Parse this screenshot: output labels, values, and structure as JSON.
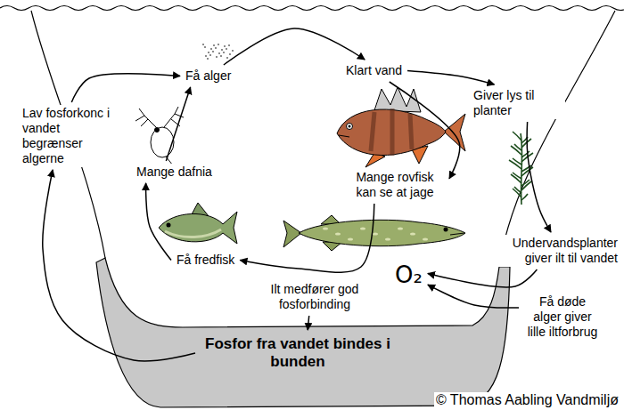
{
  "diagram": {
    "nodes": [
      {
        "text": [
          "Lav fosforkonc i vandet begrænser algerne"
        ]
      },
      {
        "text": [
          "Få alger"
        ]
      },
      {
        "text": [
          "Klart vand"
        ]
      },
      {
        "text": [
          "Giver lys til planter"
        ]
      },
      {
        "text": [
          "Mange rovfisk kan se at jage"
        ]
      },
      {
        "text": [
          "Undervandsplanter giver ilt til vandet"
        ]
      },
      {
        "text": [
          "Få døde alger giver lille iltforbrug"
        ]
      },
      {
        "text": [
          "O₂"
        ]
      },
      {
        "text": [
          "Ilt medfører god fosforbinding"
        ]
      },
      {
        "text": [
          "Fosfor fra vandet bindes i bunden"
        ]
      },
      {
        "text": [
          "Få fredfisk"
        ]
      },
      {
        "text": [
          "Mange dafnia"
        ]
      }
    ],
    "edges": [
      {
        "from": 0,
        "to": 1,
        "arrow": "to"
      },
      {
        "from": 1,
        "to": 2,
        "arrow": "to"
      },
      {
        "from": 2,
        "to": 3,
        "arrow": "to"
      },
      {
        "from": 2,
        "to": 4,
        "arrow": "to"
      },
      {
        "from": 4,
        "to": 10,
        "arrow": "to"
      },
      {
        "from": 10,
        "to": 11,
        "arrow": "to"
      },
      {
        "from": 11,
        "to": 1,
        "arrow": "to"
      },
      {
        "from": 3,
        "to": 5,
        "arrow": "to"
      },
      {
        "from": 5,
        "to": 7,
        "arrow": "to"
      },
      {
        "from": 6,
        "to": 7,
        "arrow": "to"
      },
      {
        "from": 8,
        "to": 9,
        "arrow": "to"
      },
      {
        "from": 9,
        "to": 0,
        "arrow": "to"
      }
    ],
    "labels": [
      "© Thomas Aabling Vandmiljø"
    ]
  }
}
